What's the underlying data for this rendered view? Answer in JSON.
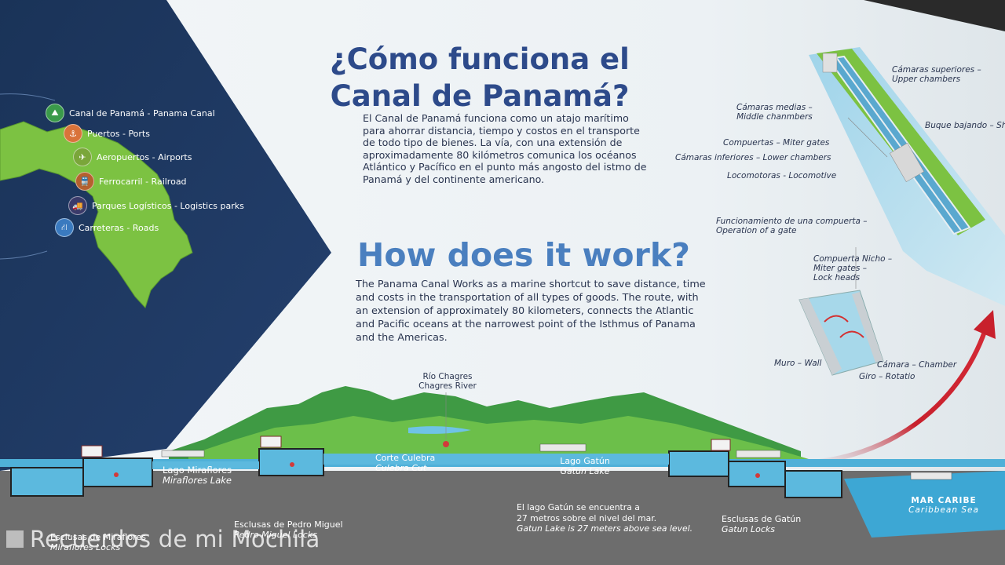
{
  "heading_es": [
    "¿Cómo funciona el",
    "Canal de Panamá?"
  ],
  "body_es": "El Canal de Panamá funciona como un atajo marítimo para ahorrar distancia, tiempo y costos en el transporte de todo tipo de bienes. La vía, con una extensión de aproximadamente 80 kilómetros comunica los océanos Atlántico y Pacífico en el punto más angosto del istmo de Panamá y del continente americano.",
  "heading_en": "How does it work?",
  "body_en": "The Panama Canal Works as a marine shortcut to save distance, time and costs in the transportation of all types of goods. The route, with an extension of approximately 80 kilometers, connects the Atlantic and Pacific oceans at the narrowest point of the Isthmus of Panama and the Americas.",
  "legend": [
    {
      "label": "Canal de Panamá - Panama Canal",
      "icon": "canal-icon",
      "color": "#3a9a4a",
      "glyph": "⛰"
    },
    {
      "label": "Puertos - Ports",
      "icon": "port-icon",
      "color": "#d9733a",
      "glyph": "⚓"
    },
    {
      "label": "Aeropuertos - Airports",
      "icon": "airplane-icon",
      "color": "#7aa63a",
      "glyph": "✈"
    },
    {
      "label": "Ferrocarril - Railroad",
      "icon": "train-icon",
      "color": "#b5602e",
      "glyph": "🚆"
    },
    {
      "label": "Parques Logísticos - Logistics parks",
      "icon": "truck-icon",
      "color": "#3a3a6a",
      "glyph": "🚚"
    },
    {
      "label": "Carreteras - Roads",
      "icon": "road-icon",
      "color": "#3a7abf",
      "glyph": "⛙"
    }
  ],
  "lock_diagram": {
    "upper": [
      "Cámaras superiores –",
      "Upper chambers"
    ],
    "middle": [
      "Cámaras medias –",
      "Middle chanmbers"
    ],
    "ship": "Buque bajando – Ship",
    "gates": "Compuertas – Miter gates",
    "lower": "Cámaras inferiores – Lower chambers",
    "loco": "Locomotoras - Locomotive",
    "operation": [
      "Funcionamiento de una compuerta –",
      "Operation of a gate"
    ],
    "niche": [
      "Compuerta Nicho –",
      "Miter gates –",
      "Lock heads"
    ],
    "wall": "Muro – Wall",
    "chamber": "Cámara – Chamber",
    "rotation": "Giro – Rotatio"
  },
  "profile": {
    "river": [
      "Río Chagres",
      "Chagres River"
    ],
    "miraflores_lake": [
      "Lago Miraflores",
      "Miraflores Lake"
    ],
    "culebra": [
      "Corte Culebra",
      "Culebra Cut"
    ],
    "gatun_lake": [
      "Lago Gatún",
      "Gatun Lake"
    ],
    "caribbean": [
      "MAR CARIBE",
      "Caribbean Sea"
    ],
    "pedro": [
      "Esclusas de Pedro Miguel",
      "Pedro Miguel Locks"
    ],
    "gatun_note": [
      "El lago Gatún se encuentra a",
      "27 metros sobre el nivel del mar.",
      "Gatun Lake is 27 meters above sea level."
    ],
    "gatun_locks": [
      "Esclusas de Gatún",
      "Gatun Locks"
    ],
    "miraflores_locks": [
      "Esclusas de Miraflores",
      "Miraflores Locks"
    ]
  },
  "watermark": "Recuerdos de mi Mochila",
  "colors": {
    "navy": "#1f3a63",
    "title": "#2d4a8a",
    "subtitle": "#4a7fbf",
    "land": "#7cc242",
    "water": "#4fb0d8",
    "arrow": "#c8202c"
  }
}
